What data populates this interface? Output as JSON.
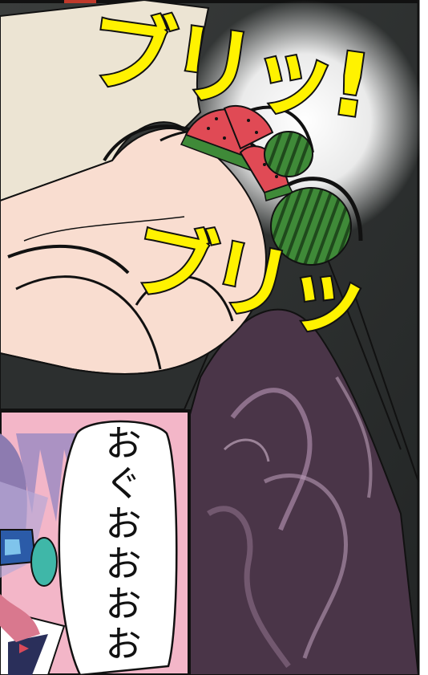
{
  "panel": {
    "sfx_top": "ブリッ!",
    "sfx_bottom": "ブリッ",
    "speech": "おぐおおおお"
  },
  "colors": {
    "sfx_fill": "#fff200",
    "sfx_outline": "#111111",
    "shirt": "#ece4d3",
    "skin": "#f9ddd0",
    "dark_bg": "#2c2f2f",
    "purple_mass": "#4a3548",
    "watermelon_rind": "#3f8a38",
    "watermelon_flesh": "#e04a55",
    "hair_pink": "#f3b6c8",
    "hair_purple": "#8d7bb0",
    "speech_bubble": "#ffffff"
  },
  "icons": [
    "watermelon-icon",
    "watermelon-slice-icon"
  ]
}
